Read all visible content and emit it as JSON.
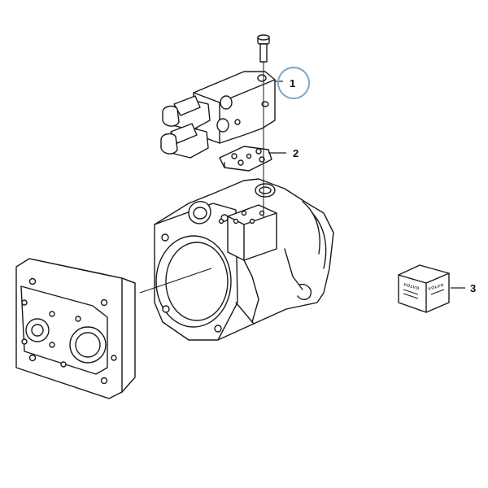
{
  "callouts": [
    {
      "label": "1",
      "highlighted": true
    },
    {
      "label": "2",
      "highlighted": false
    },
    {
      "label": "3",
      "highlighted": false
    }
  ],
  "logo_text": "VOLVO",
  "colors": {
    "line": "#1a1a1a",
    "highlight": "#7aa6c9",
    "background": "#ffffff"
  }
}
